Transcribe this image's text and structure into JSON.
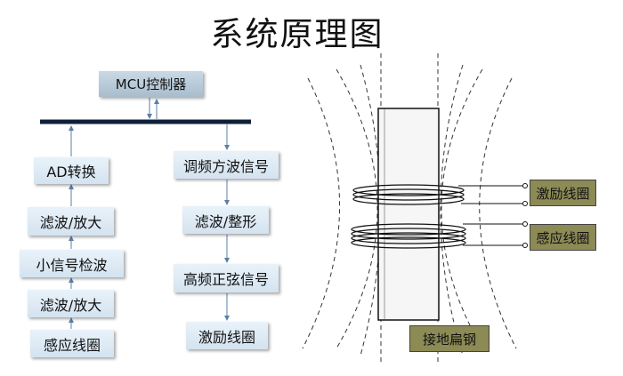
{
  "title": "系统原理图",
  "mcu": "MCU控制器",
  "left_chain": [
    "AD转换",
    "滤波/放大",
    "小信号检波",
    "滤波/放大",
    "感应线圈"
  ],
  "right_chain": [
    "调频方波信号",
    "滤波/整形",
    "高频正弦信号",
    "激励线圈"
  ],
  "coil_labels": {
    "excitation": "激励线圈",
    "induction": "感应线圈",
    "steel": "接地扁钢"
  }
}
